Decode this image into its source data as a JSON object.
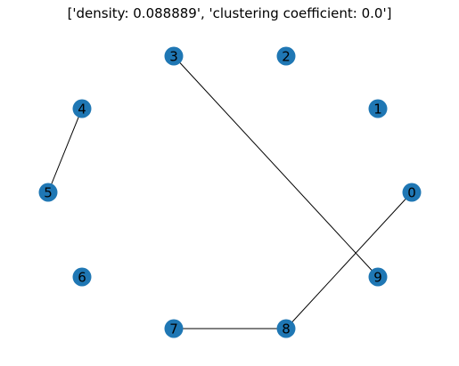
{
  "title": "['density: 0.088889', 'clustering coefficient: 0.0']",
  "colors": {
    "node": "#1f77b4",
    "edge": "#000000",
    "label": "#000000"
  },
  "graph": {
    "nodes": [
      {
        "id": "0",
        "label": "0"
      },
      {
        "id": "1",
        "label": "1"
      },
      {
        "id": "2",
        "label": "2"
      },
      {
        "id": "3",
        "label": "3"
      },
      {
        "id": "4",
        "label": "4"
      },
      {
        "id": "5",
        "label": "5"
      },
      {
        "id": "6",
        "label": "6"
      },
      {
        "id": "7",
        "label": "7"
      },
      {
        "id": "8",
        "label": "8"
      },
      {
        "id": "9",
        "label": "9"
      }
    ],
    "edges": [
      {
        "source": "4",
        "target": "5"
      },
      {
        "source": "3",
        "target": "9"
      },
      {
        "source": "0",
        "target": "8"
      },
      {
        "source": "7",
        "target": "8"
      }
    ]
  }
}
